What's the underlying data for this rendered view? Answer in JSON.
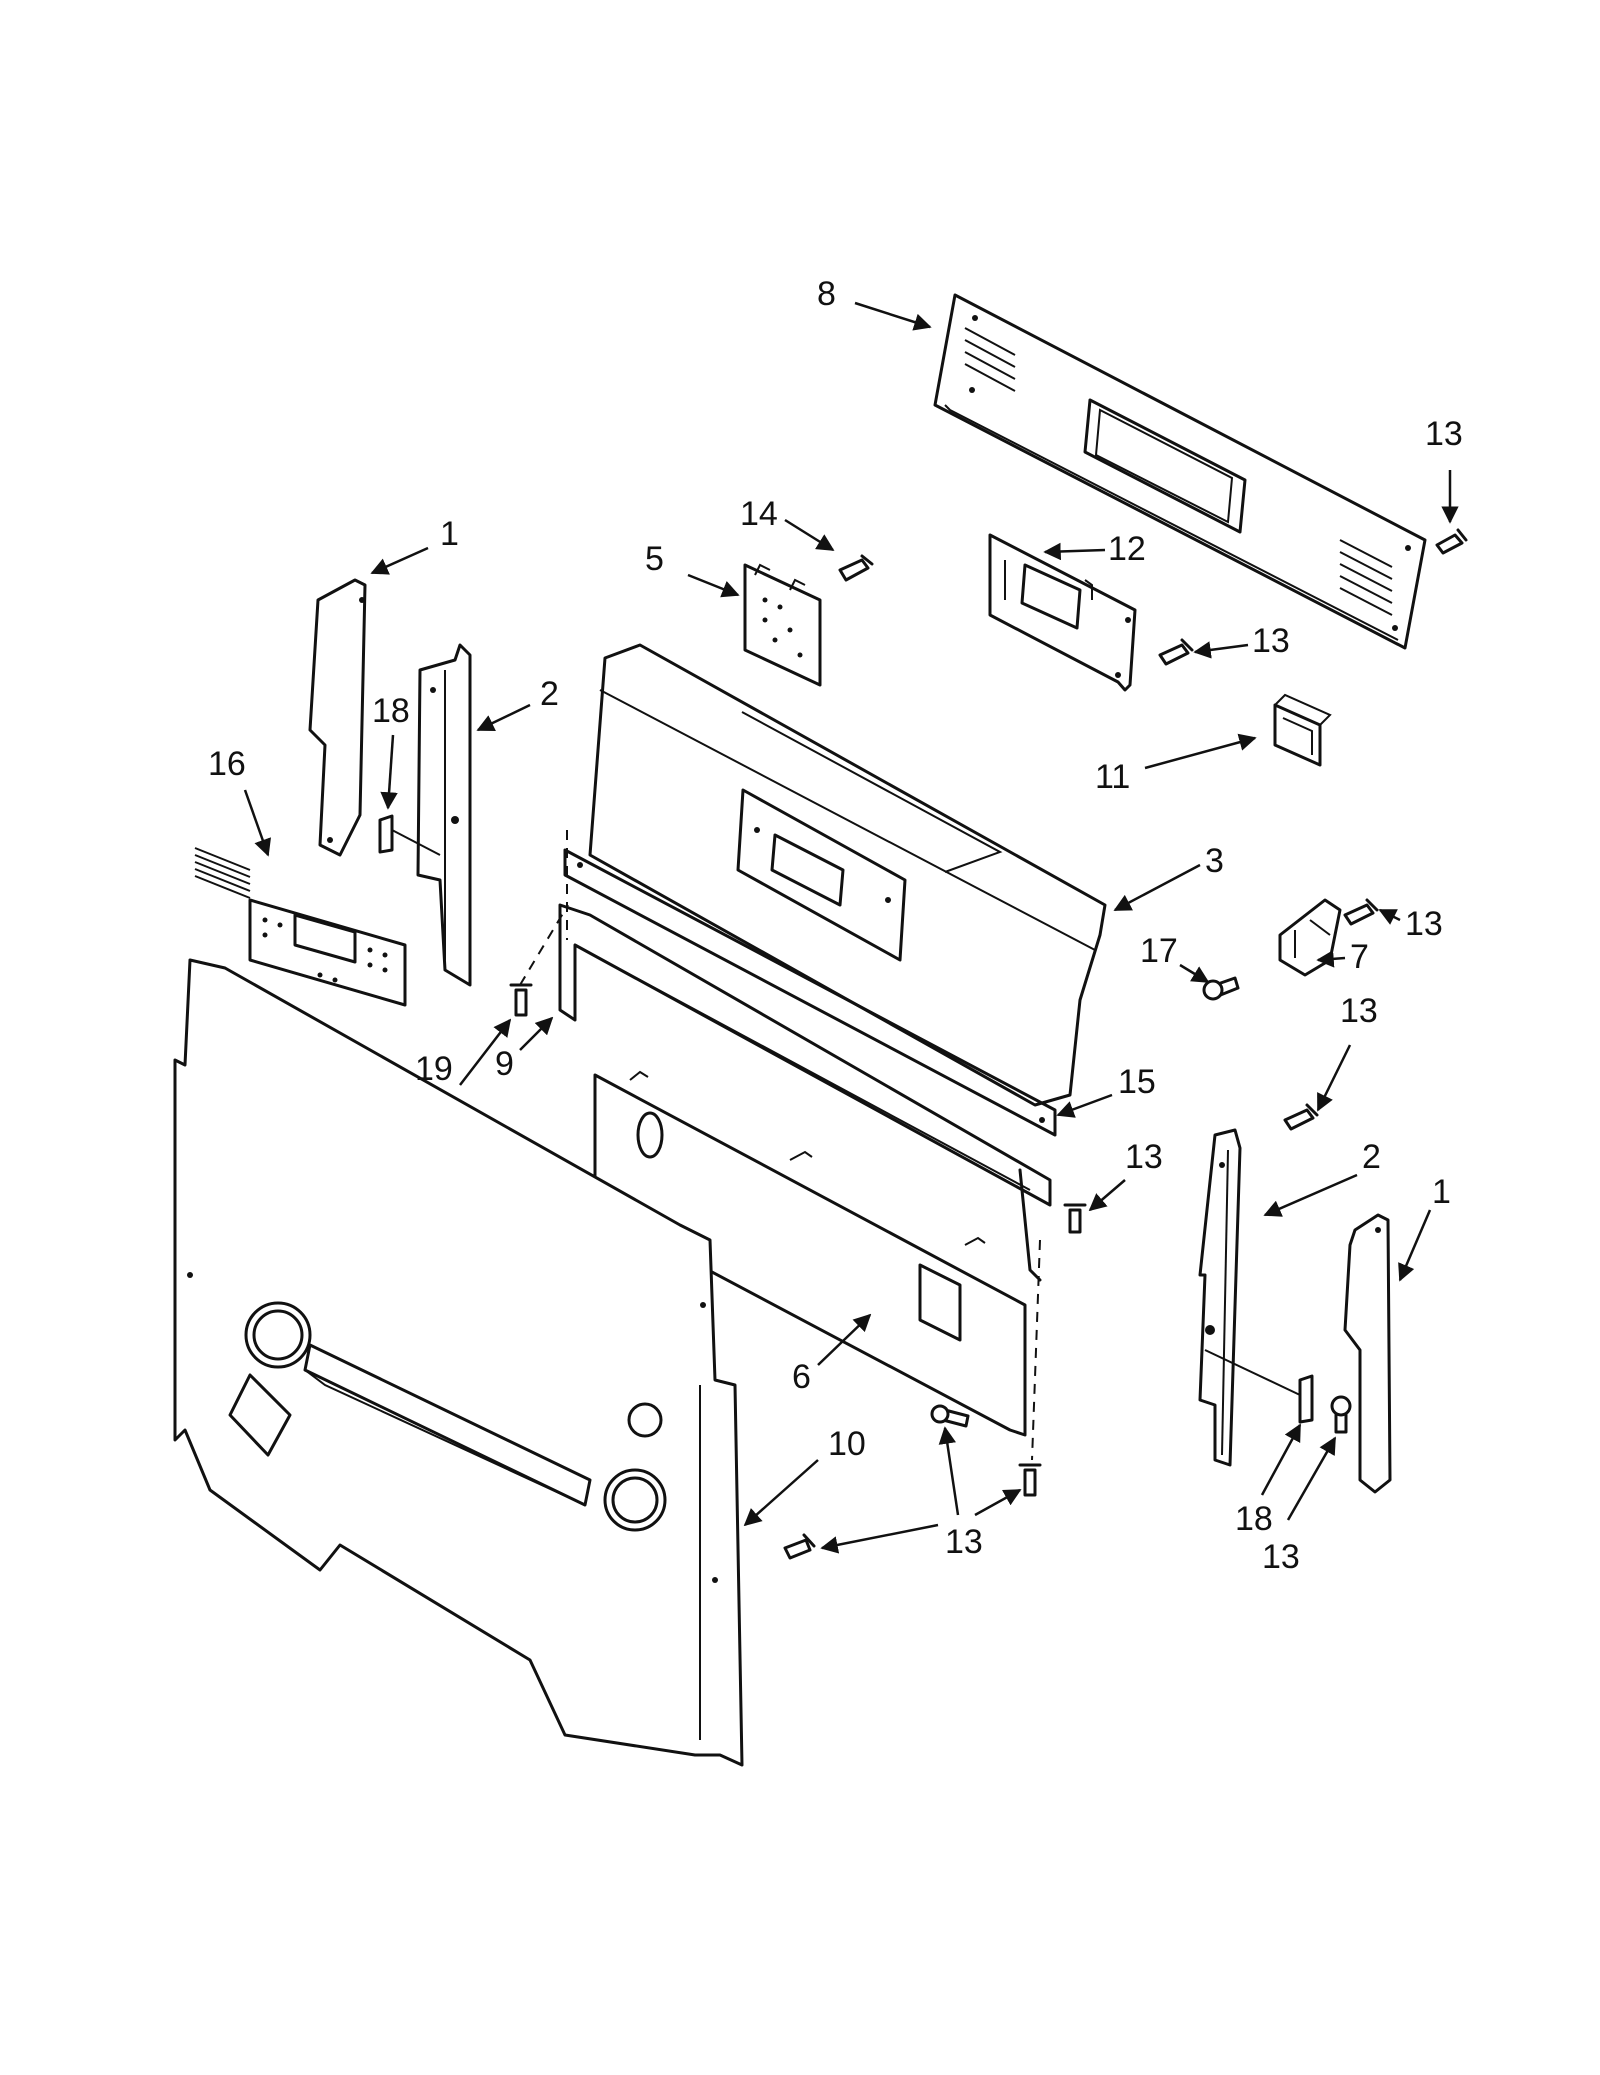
{
  "diagram": {
    "callouts": [
      {
        "id": "c8",
        "label": "8"
      },
      {
        "id": "c13a",
        "label": "13"
      },
      {
        "id": "c14",
        "label": "14"
      },
      {
        "id": "c5",
        "label": "5"
      },
      {
        "id": "c12",
        "label": "12"
      },
      {
        "id": "c13b",
        "label": "13"
      },
      {
        "id": "c1a",
        "label": "1"
      },
      {
        "id": "c2a",
        "label": "2"
      },
      {
        "id": "c18a",
        "label": "18"
      },
      {
        "id": "c16",
        "label": "16"
      },
      {
        "id": "c11",
        "label": "11"
      },
      {
        "id": "c3",
        "label": "3"
      },
      {
        "id": "c13c",
        "label": "13"
      },
      {
        "id": "c17",
        "label": "17"
      },
      {
        "id": "c7",
        "label": "7"
      },
      {
        "id": "c19",
        "label": "19"
      },
      {
        "id": "c9",
        "label": "9"
      },
      {
        "id": "c13d",
        "label": "13"
      },
      {
        "id": "c15",
        "label": "15"
      },
      {
        "id": "c13e",
        "label": "13"
      },
      {
        "id": "c2b",
        "label": "2"
      },
      {
        "id": "c1b",
        "label": "1"
      },
      {
        "id": "c6",
        "label": "6"
      },
      {
        "id": "c10",
        "label": "10"
      },
      {
        "id": "c13f",
        "label": "13"
      },
      {
        "id": "c18b",
        "label": "18"
      },
      {
        "id": "c13g",
        "label": "13"
      }
    ]
  }
}
